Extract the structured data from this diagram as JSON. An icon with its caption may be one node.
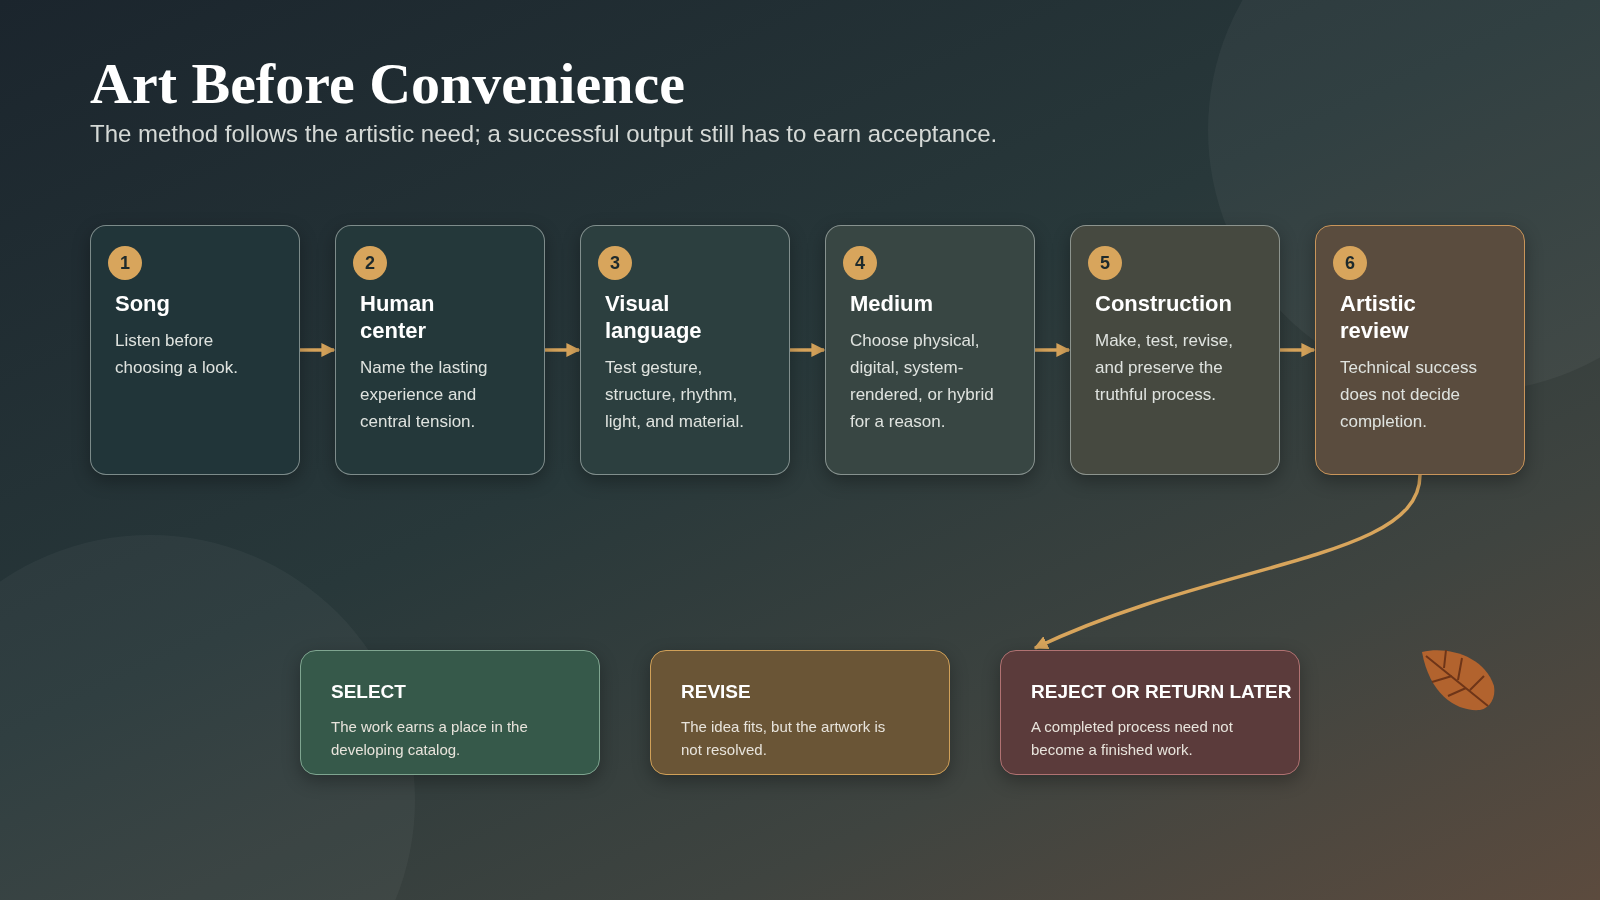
{
  "diagram": {
    "title": "Art Before Convenience",
    "caption": "The method follows the artistic need; a successful output still has to earn acceptance.",
    "nodes": [
      {
        "text": [
          "1",
          "Song",
          "Listen before choosing a look."
        ]
      },
      {
        "text": [
          "2",
          "Human center",
          "Name the lasting experience and central tension."
        ]
      },
      {
        "text": [
          "3",
          "Visual language",
          "Test gesture, structure, rhythm, light, and material."
        ]
      },
      {
        "text": [
          "4",
          "Medium",
          "Choose physical, digital, system-rendered, or hybrid for a reason."
        ]
      },
      {
        "text": [
          "5",
          "Construction",
          "Make, test, revise, and preserve the truthful process."
        ]
      },
      {
        "text": [
          "6",
          "Artistic review",
          "Technical success does not decide completion."
        ]
      },
      {
        "text": [
          "SELECT",
          "The work earns a place in the developing catalog."
        ]
      },
      {
        "text": [
          "REVISE",
          "The idea fits, but the artwork is not resolved."
        ]
      },
      {
        "text": [
          "REJECT OR RETURN LATER",
          "A completed process need not become a finished work."
        ]
      }
    ],
    "edges": [
      {
        "from": 0,
        "to": 1,
        "arrow": "to"
      },
      {
        "from": 1,
        "to": 2,
        "arrow": "to"
      },
      {
        "from": 2,
        "to": 3,
        "arrow": "to"
      },
      {
        "from": 3,
        "to": 4,
        "arrow": "to"
      },
      {
        "from": 4,
        "to": 5,
        "arrow": "to"
      },
      {
        "from": 5,
        "to": 8,
        "arrow": "to"
      }
    ]
  }
}
